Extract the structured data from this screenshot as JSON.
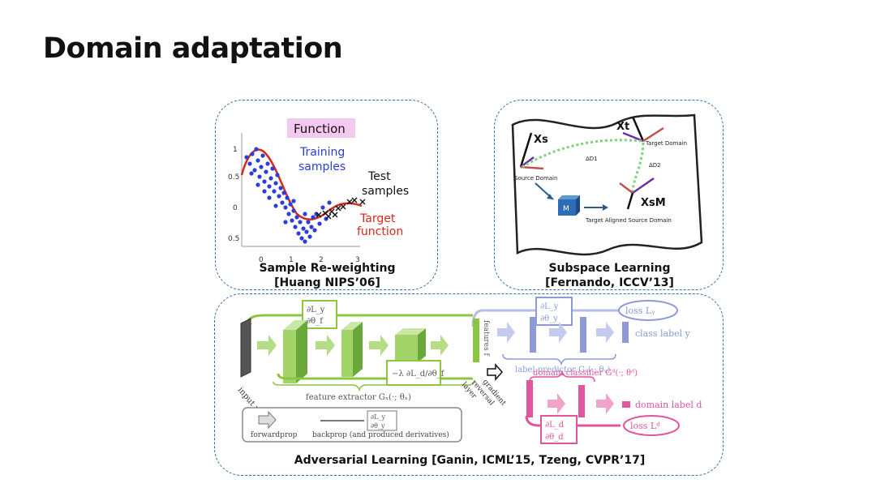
{
  "slide": {
    "title": "Domain adaptation"
  },
  "colors": {
    "frame": "#2f6fb0",
    "feature_green": "#8cc640",
    "label_blue": "#8e99d8",
    "domain_pink": "#e0559b",
    "points_blue": "#2b3fd6",
    "target_red": "#d9281c"
  },
  "panel1": {
    "caption_line1": "Sample Re-weighting",
    "caption_line2": "[Huang NIPS’06]",
    "badge": "Function",
    "training_line1": "Training",
    "training_line2": "samples",
    "test_line1": "Test",
    "test_line2": "samples",
    "target_line1": "Target",
    "target_line2": "function",
    "y_ticks": [
      "1",
      "0.5",
      "0",
      "0.5"
    ],
    "x_ticks": [
      "0",
      "1",
      "2",
      "3"
    ]
  },
  "panel2": {
    "caption_line1": "Subspace Learning",
    "caption_line2": "[Fernando, ICCV’13]",
    "xs": "Xs",
    "xt": "Xt",
    "xsm": "XsM",
    "d1": "ΔD1",
    "d2": "ΔD2",
    "m": "M",
    "source_domain": "Source Domain",
    "target_domain": "Target Domain",
    "target_aligned": "Target Aligned Source Domain"
  },
  "panel3": {
    "caption": "Adversarial Learning [Ganin, ICML’15, Tzeng, CVPR’17]",
    "input_label": "input x",
    "features_label": "features f",
    "feature_extractor": "feature extractor Gₓ(·; θₓ)",
    "label_predictor": "label predictor Gᵧ(·; θᵧ)",
    "class_label": "class label y",
    "loss_y": "loss Lᵧ",
    "domain_classifier": "domain classifier Gᵈ(·; θᵈ)",
    "domain_label": "domain label d",
    "loss_d": "loss Lᵈ",
    "grl_line1": "gradient",
    "grl_line2": "reversal",
    "grl_line3": "layer",
    "legend_forward": "forwardprop",
    "legend_backprop": "backprop (and produced derivatives)"
  }
}
